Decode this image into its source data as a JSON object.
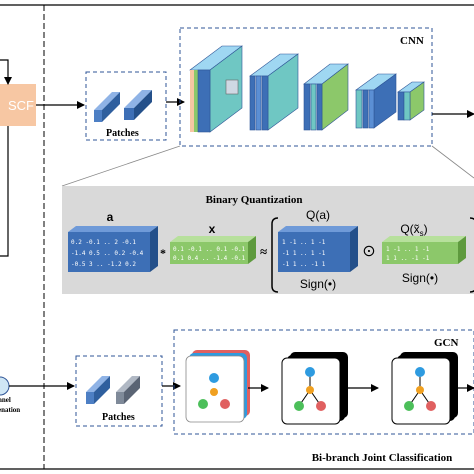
{
  "left_block": {
    "label": "SCF"
  },
  "left_bottom_label": {
    "line1": "nnel",
    "line2": "enation"
  },
  "cnn_section": {
    "title": "CNN",
    "patches_label": "Patches"
  },
  "binary_quantization": {
    "title": "Binary Quantization",
    "a_symbol": "a",
    "x_symbol": "x",
    "times_symbol": "*",
    "approx_symbol": "≈",
    "odot_symbol": "⊙",
    "q_a_label": "Q(a)",
    "q_x_label": "Q(x̃",
    "q_x_sub": "s",
    "q_x_close": ")",
    "sign_a_label": "Sign(•)",
    "sign_x_label": "Sign(•)",
    "a_matrix_rows": [
      "0.2  -0.1  ..  2   -0.1",
      "-1.4  0.5  ..  0.2  -0.4",
      "-0.5   3   ..  -1.2  0.2"
    ],
    "x_matrix_rows": [
      "0.1  -0.1  ..  0.1  -0.1",
      "0.1   0.4  ..  -1.4  -0.1"
    ],
    "qa_matrix_rows": [
      "1   -1  ..   1  -1",
      "-1   1  ..   1  -1",
      "-1   1  ..  -1   1"
    ],
    "qx_matrix_rows": [
      "1  -1  ..   1  -1",
      "1   1  ..  -1  -1"
    ]
  },
  "gcn_section": {
    "title": "GCN",
    "patches_label": "Patches"
  },
  "footer": {
    "label": "Bi-branch Joint Classification"
  },
  "colors": {
    "scf_block": "#f7c7a3",
    "cube_blue": "#3d6fb6",
    "cube_green": "#8cc86a",
    "cube_teal": "#6fc7c3",
    "dashed_border": "#2f5597",
    "node_blue": "#2e9be0",
    "node_orange": "#f0a020",
    "node_green": "#4cbf5a",
    "node_red": "#e06060",
    "panel_gray": "#d9d9d9"
  }
}
